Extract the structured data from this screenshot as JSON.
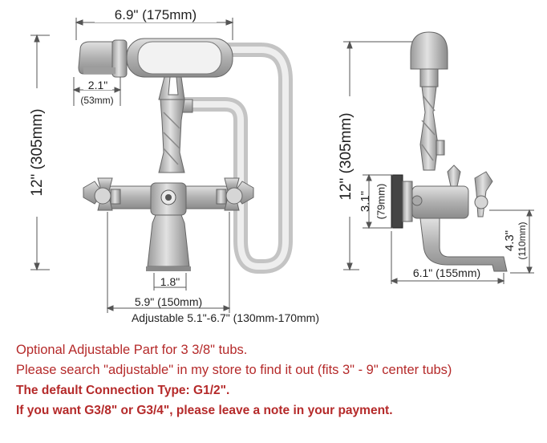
{
  "front_view": {
    "width_label": "6.9\" (175mm)",
    "height_label": "12\" (305mm)",
    "handshower_in": "2.1\"",
    "handshower_mm": "(53mm)",
    "spout_width": "1.8\"",
    "center_fixed": "5.9\" (150mm)",
    "adjustable": "Adjustable 5.1\"-6.7\" (130mm-170mm)"
  },
  "side_view": {
    "height_label": "12\" (305mm)",
    "flange_in": "3.1\"",
    "flange_mm": "(79mm)",
    "spout_drop_in": "4.3\"",
    "spout_drop_mm": "(110mm)",
    "reach_label": "6.1\" (155mm)"
  },
  "notes": [
    "Optional Adjustable Part for 3 3/8\" tubs.",
    "Please search \"adjustable\" in my store to find it out (fits 3\" - 9\" center tubs)",
    "The default Connection Type: G1/2\".",
    "If you want G3/8\" or G3/4\", please leave a note in your payment."
  ],
  "colors": {
    "note_text": "#b52a2a",
    "line": "#555555",
    "metal": "#b8b8b8",
    "metal_dark": "#6d6d6d"
  }
}
